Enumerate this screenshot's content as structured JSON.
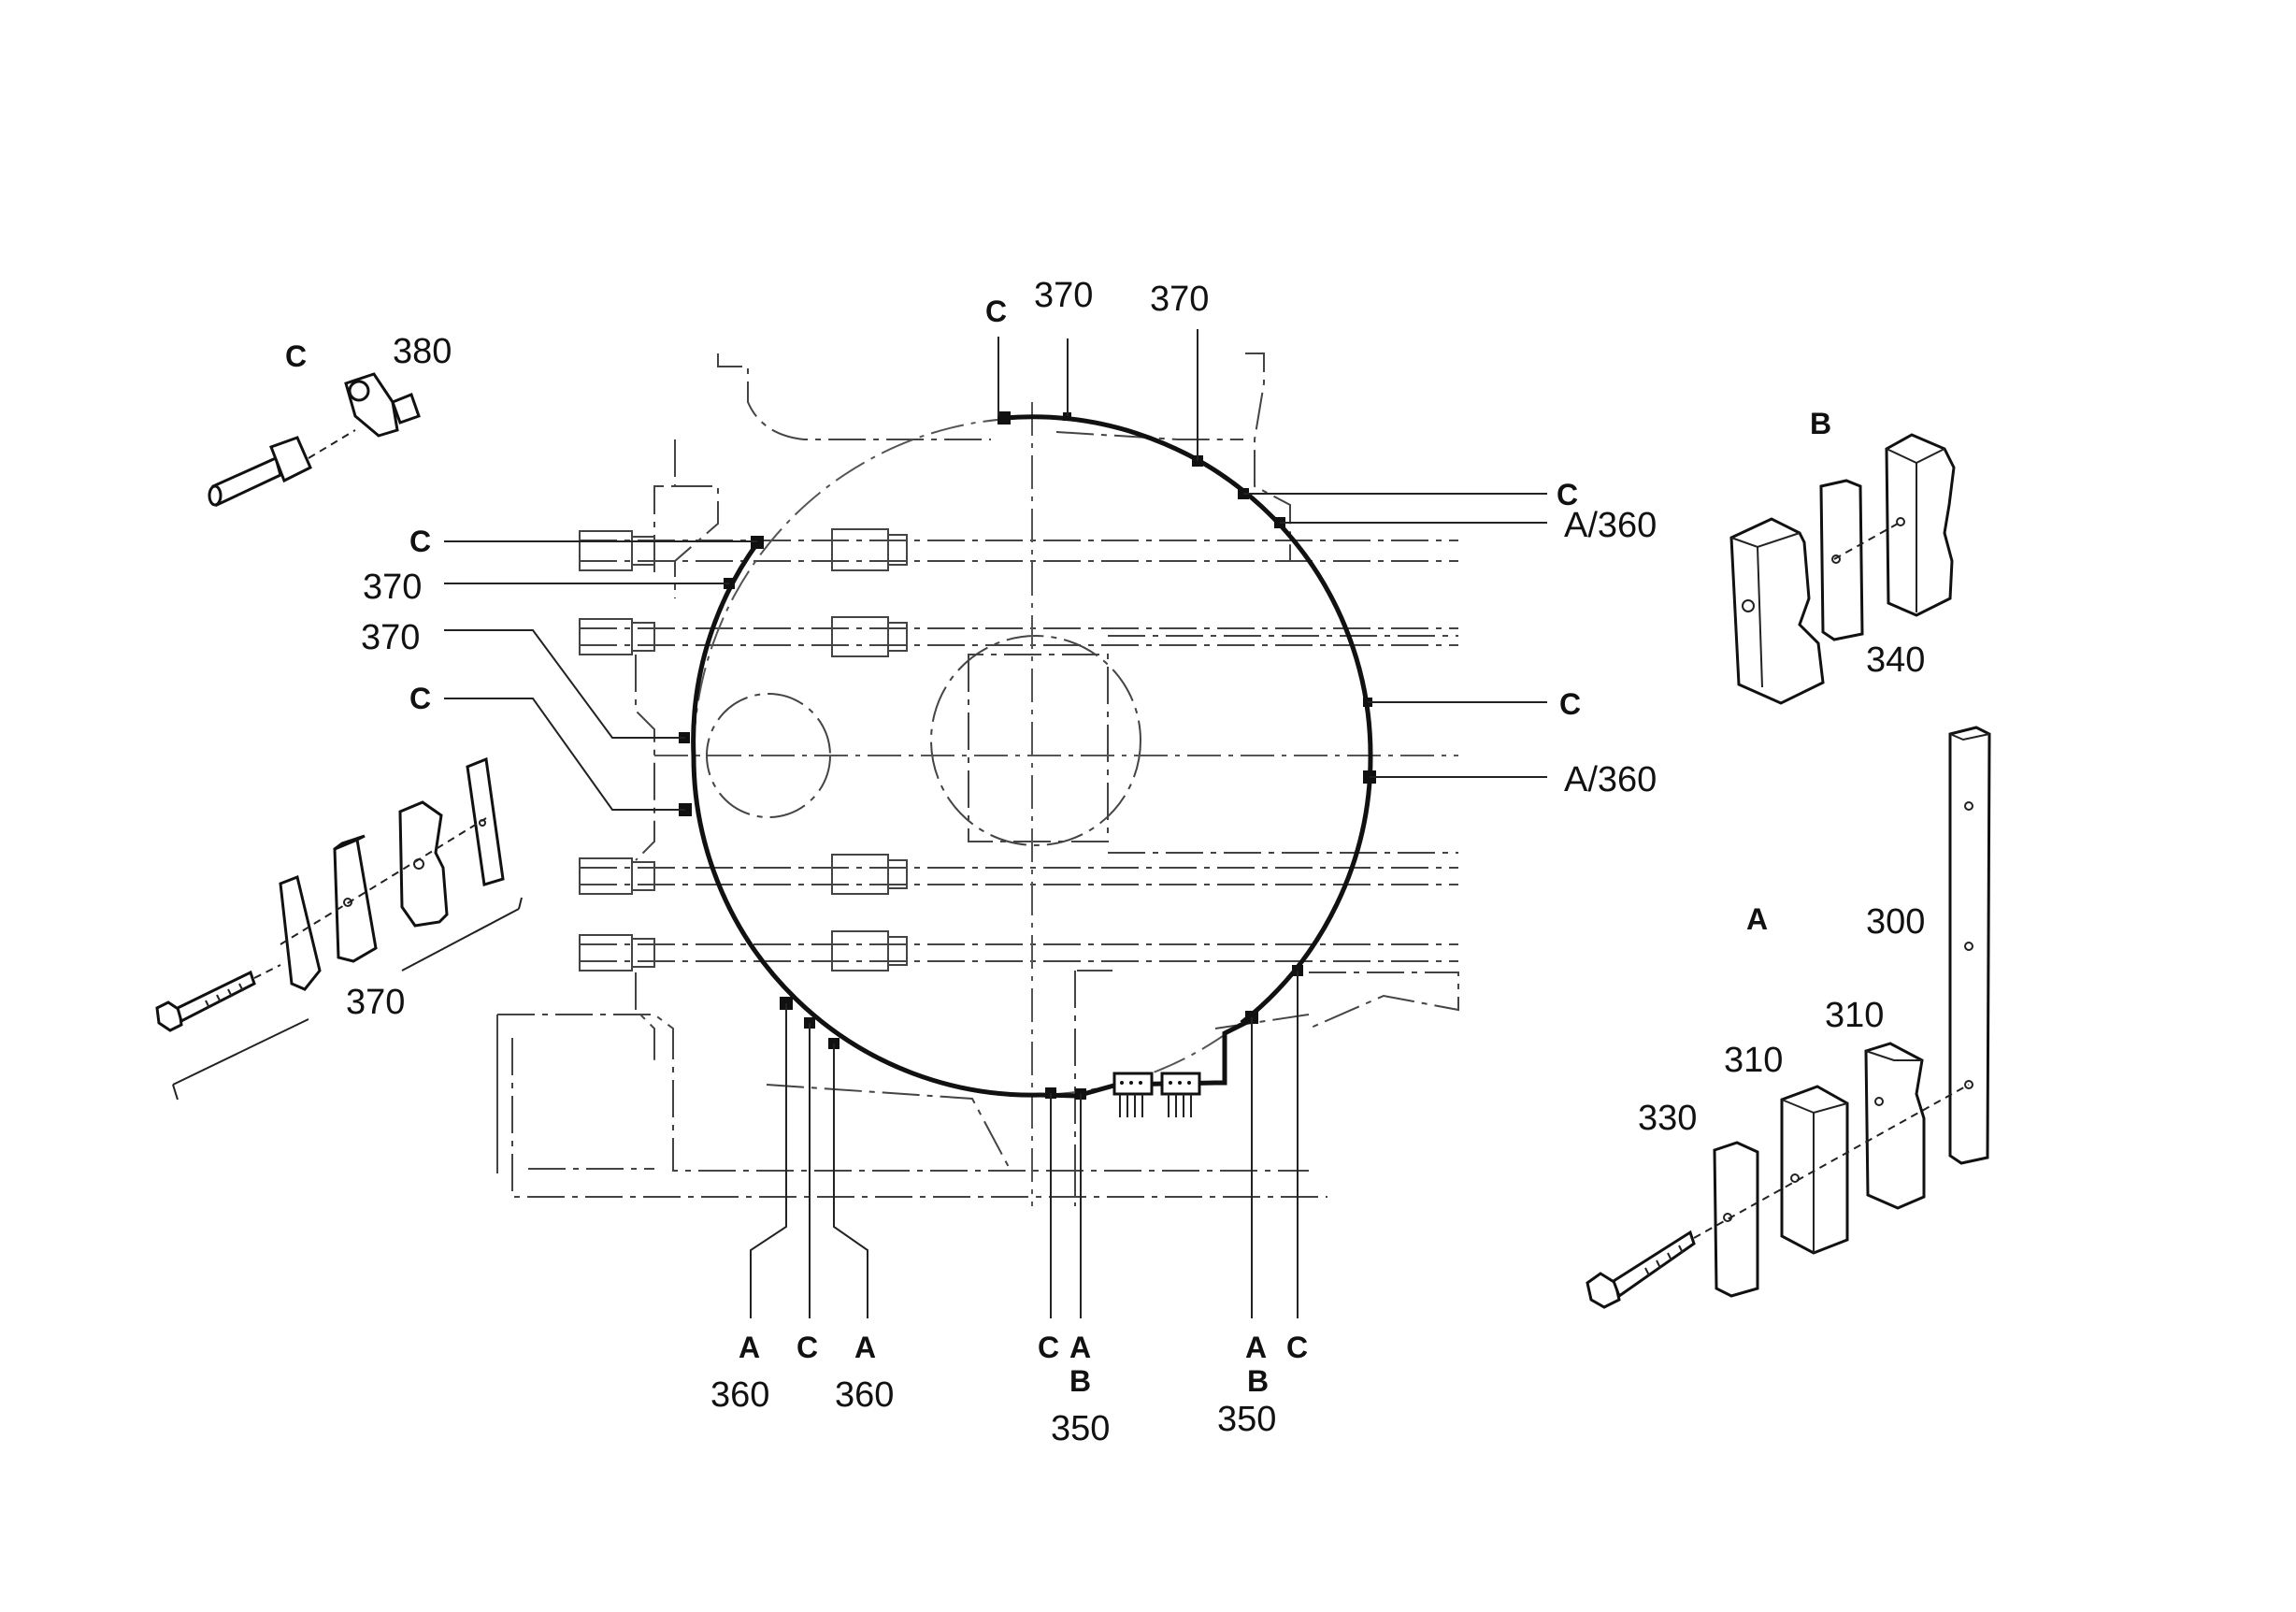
{
  "labels": {
    "c_380_letter": "C",
    "n380": "380",
    "c_top": "C",
    "n370_top1": "370",
    "n370_top2": "370",
    "c_right1": "C",
    "a360_right1": "A/360",
    "c_right2": "C",
    "a360_right2": "A/360",
    "c_left1": "C",
    "n370_left1": "370",
    "n370_left2": "370",
    "c_left2": "C",
    "n370_bottom_left": "370",
    "b_group_letter": "B",
    "n340": "340",
    "a_group_letter": "A",
    "n300": "300",
    "n310_a": "310",
    "n310_b": "310",
    "n330": "330",
    "bot_a1": "A",
    "bot_c1": "C",
    "bot_a2": "A",
    "bot_360_1": "360",
    "bot_360_2": "360",
    "bot_c2": "C",
    "bot_a3": "A",
    "bot_b1": "B",
    "bot_350_1": "350",
    "bot_a4": "A",
    "bot_c3": "C",
    "bot_b2": "B",
    "bot_350_2": "350"
  }
}
